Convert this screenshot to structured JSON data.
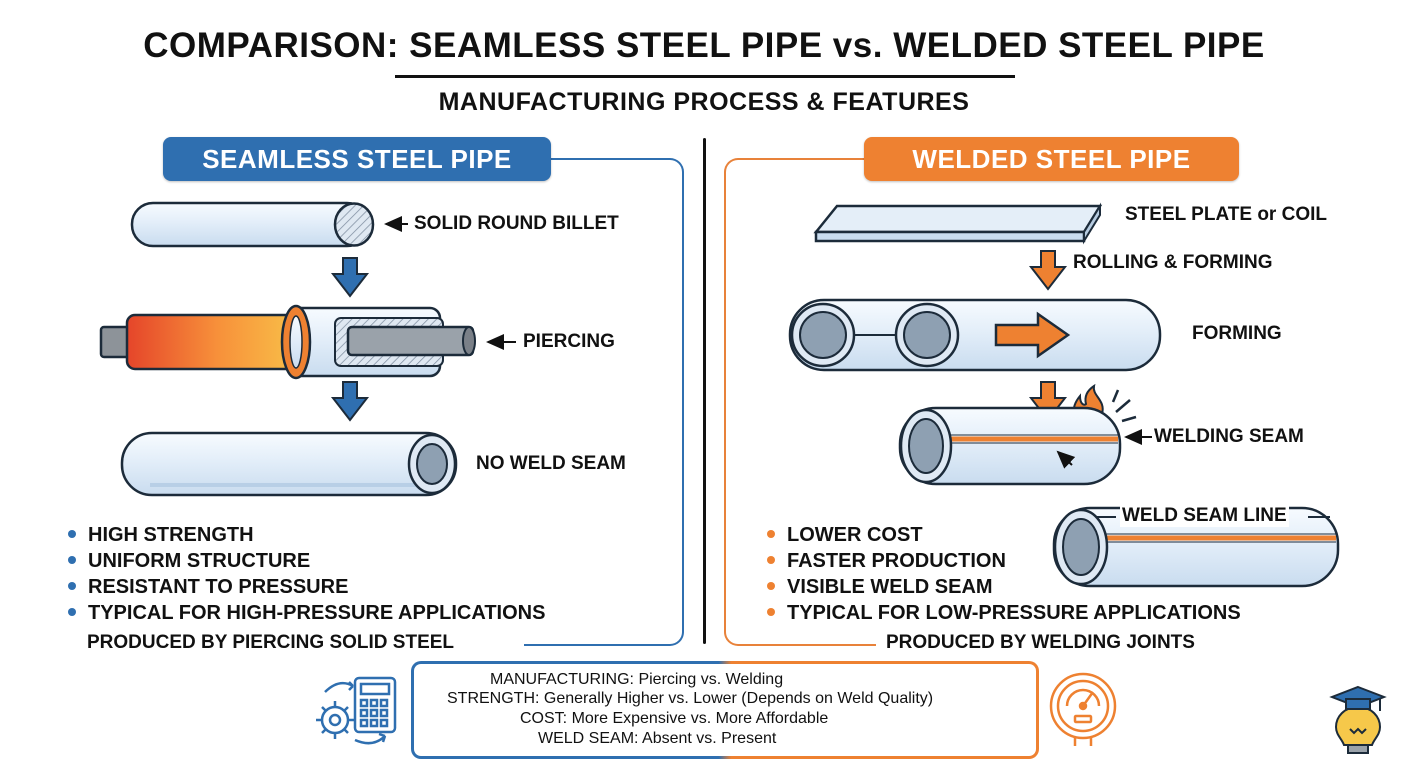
{
  "header": {
    "title": "COMPARISON: SEAMLESS STEEL PIPE vs. WELDED STEEL PIPE",
    "subtitle": "MANUFACTURING PROCESS & FEATURES"
  },
  "seamless": {
    "badge": "SEAMLESS STEEL PIPE",
    "labels": {
      "billet": "SOLID ROUND BILLET",
      "piercing": "PIERCING",
      "no_weld": "NO WELD SEAM"
    },
    "features": [
      "HIGH STRENGTH",
      "UNIFORM STRUCTURE",
      "RESISTANT TO PRESSURE",
      "TYPICAL FOR HIGH-PRESSURE APPLICATIONS"
    ],
    "produced": "PRODUCED BY PIERCING SOLID STEEL"
  },
  "welded": {
    "badge": "WELDED STEEL PIPE",
    "labels": {
      "plate": "STEEL PLATE or COIL",
      "rolling": "ROLLING & FORMING",
      "forming": "FORMING",
      "welding_seam": "WELDING SEAM",
      "weld_seam_line": "WELD SEAM LINE"
    },
    "features": [
      "LOWER COST",
      "FASTER PRODUCTION",
      "VISIBLE WELD SEAM",
      "TYPICAL FOR LOW-PRESSURE APPLICATIONS"
    ],
    "produced": "PRODUCED BY WELDING JOINTS"
  },
  "summary": {
    "manufacturing": "MANUFACTURING: Piercing vs. Welding",
    "strength": "STRENGTH: Generally Higher vs. Lower (Depends on Weld Quality)",
    "cost": "COST: More Expensive vs. More Affordable",
    "weld_seam": "WELD SEAM: Absent vs. Present"
  },
  "icons": {
    "left": "gear-calculator-icon",
    "right": "pressure-gauge-icon",
    "corner": "lightbulb-graduation-cap-icon"
  },
  "colors": {
    "blue": "#2f6fb0",
    "orange": "#ee8131",
    "pipe_fill": "#e6f0fa"
  }
}
